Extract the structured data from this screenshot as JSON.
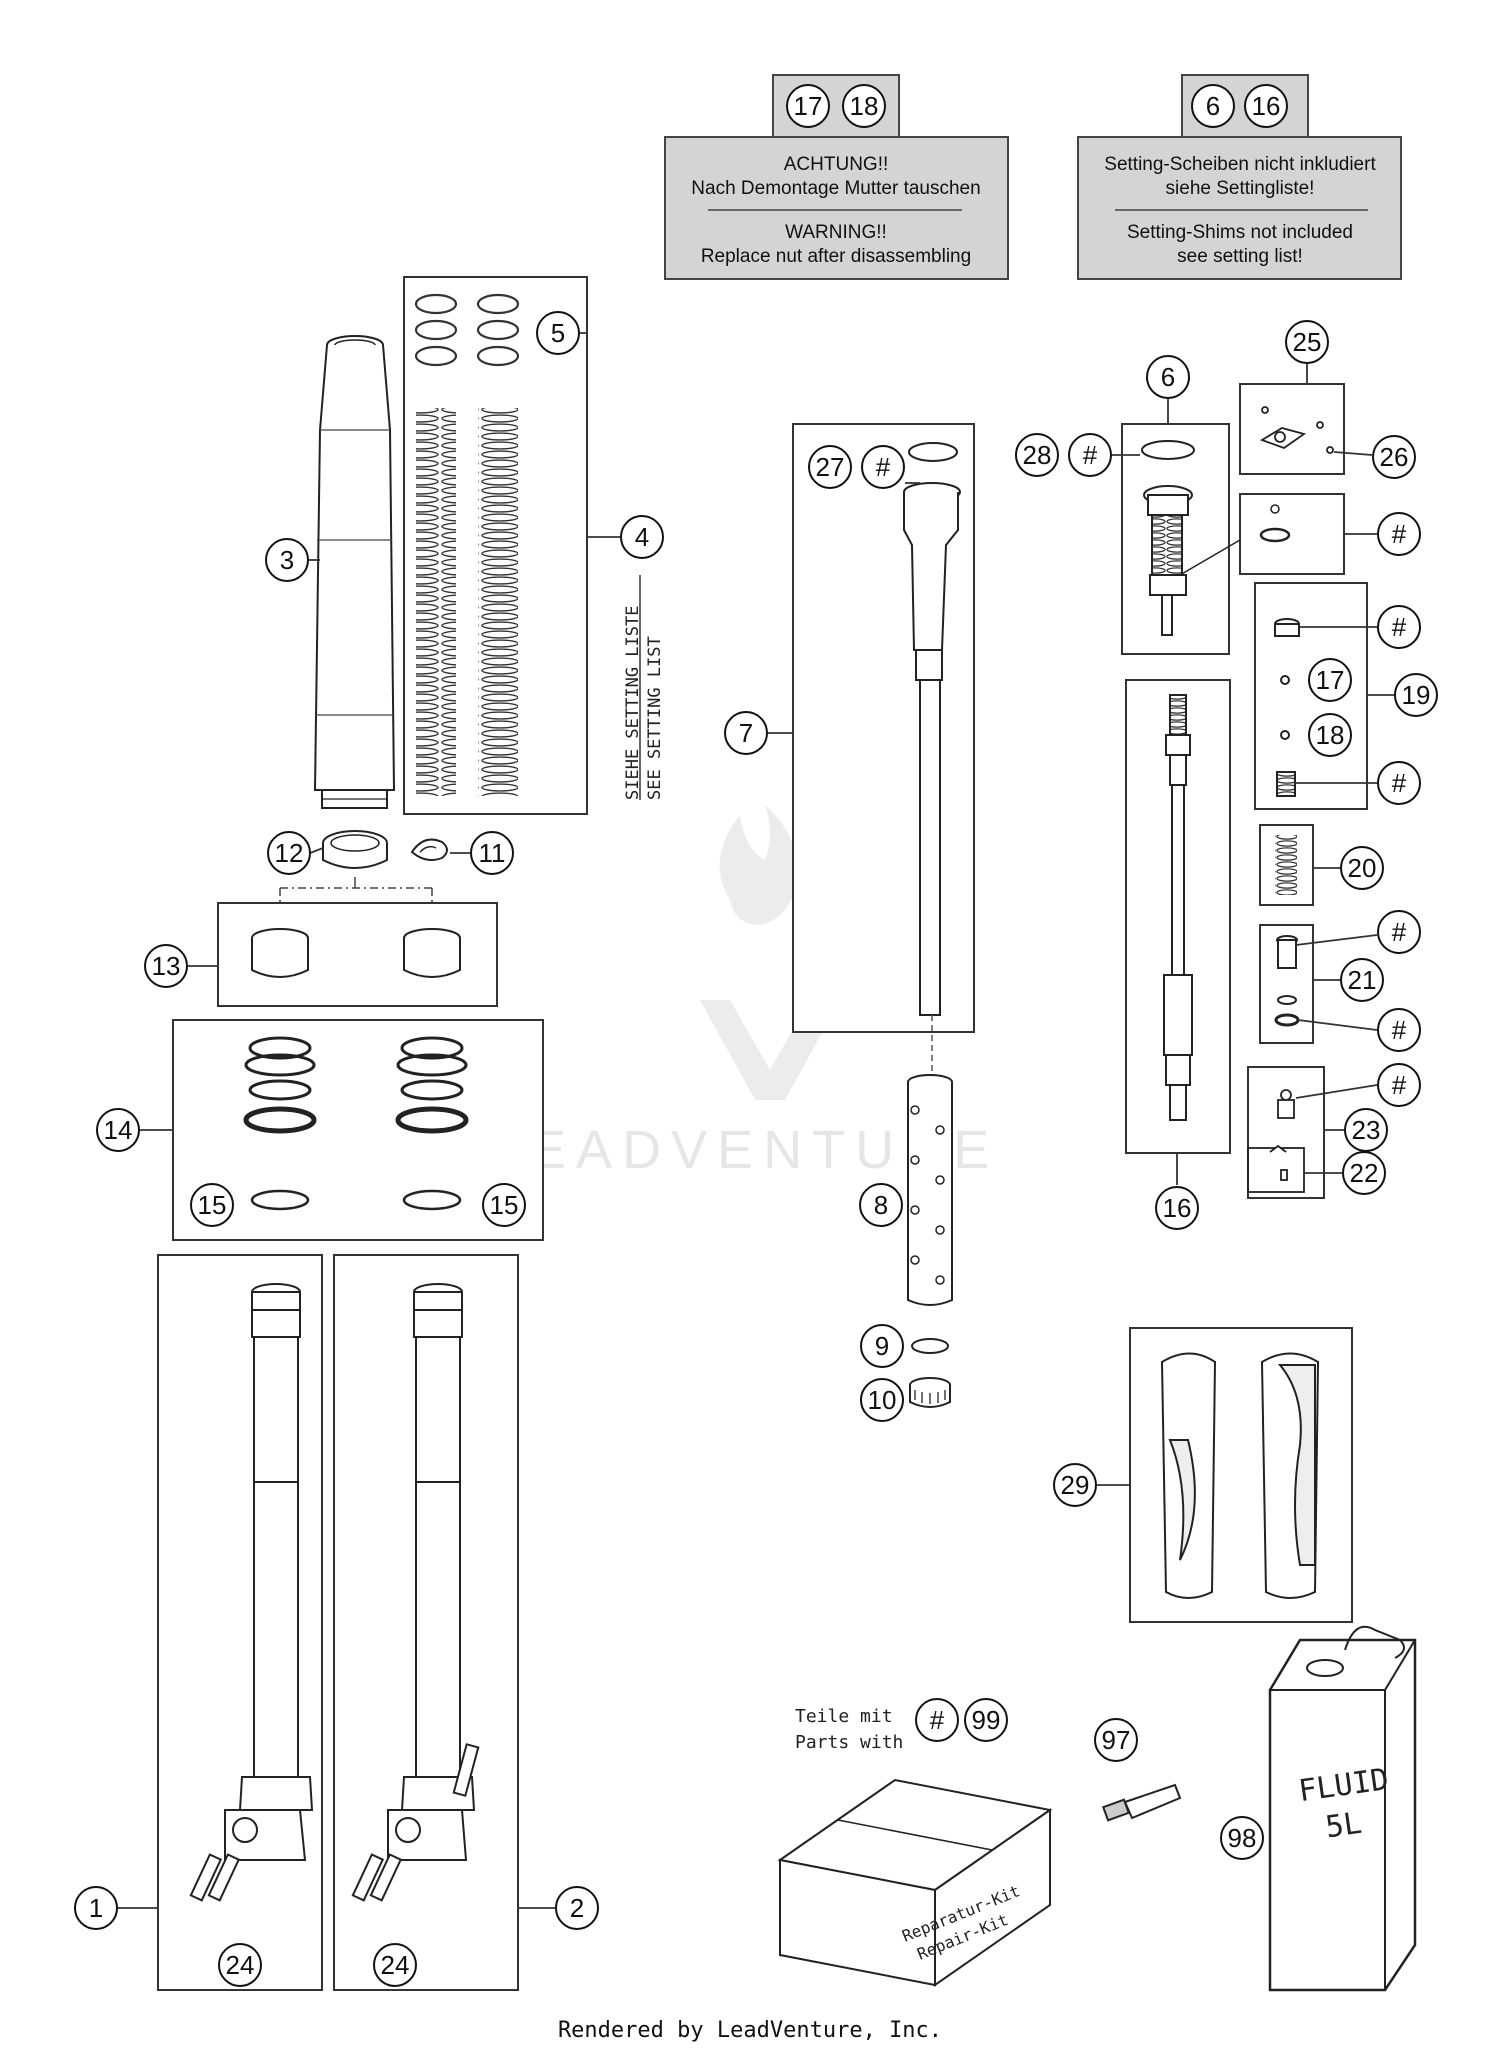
{
  "notes": {
    "left": {
      "refs": [
        "17",
        "18"
      ],
      "lines": [
        "ACHTUNG!!",
        "Nach Demontage Mutter tauschen",
        "WARNING!!",
        "Replace nut after disassembling"
      ]
    },
    "right": {
      "refs": [
        "6",
        "16"
      ],
      "lines": [
        "Setting-Scheiben nicht inkludiert",
        "siehe Settingliste!",
        "Setting-Shims not included",
        "see setting list!"
      ]
    }
  },
  "setting_list": {
    "line1": "SIEHE SETTING LISTE",
    "line2": "SEE SETTING LIST"
  },
  "callouts": {
    "c1": "1",
    "c2": "2",
    "c3": "3",
    "c4": "4",
    "c5": "5",
    "c6": "6",
    "c7": "7",
    "c8": "8",
    "c9": "9",
    "c10": "10",
    "c11": "11",
    "c12": "12",
    "c13": "13",
    "c14": "14",
    "c15a": "15",
    "c15b": "15",
    "c16": "16",
    "c17": "17",
    "c18": "18",
    "c19": "19",
    "c20": "20",
    "c21": "21",
    "c22": "22",
    "c23": "23",
    "c24a": "24",
    "c24b": "24",
    "c25": "25",
    "c26": "26",
    "c27": "27",
    "c28": "28",
    "c29": "29",
    "c97": "97",
    "c98": "98",
    "c99": "99",
    "h27": "#",
    "h28": "#",
    "hsh": "#",
    "h19a": "#",
    "h19b": "#",
    "h21a": "#",
    "h21b": "#",
    "h23": "#",
    "h99": "#"
  },
  "kit": {
    "parts_label_de": "Teile mit",
    "parts_label_en": "Parts with",
    "box_text_de": "Reparatur-Kit",
    "box_text_en": "Repair-Kit"
  },
  "fluid": {
    "line1": "FLUID",
    "line2": "5L"
  },
  "watermark": "LEADVENTURE",
  "footer": "Rendered by LeadVenture, Inc."
}
